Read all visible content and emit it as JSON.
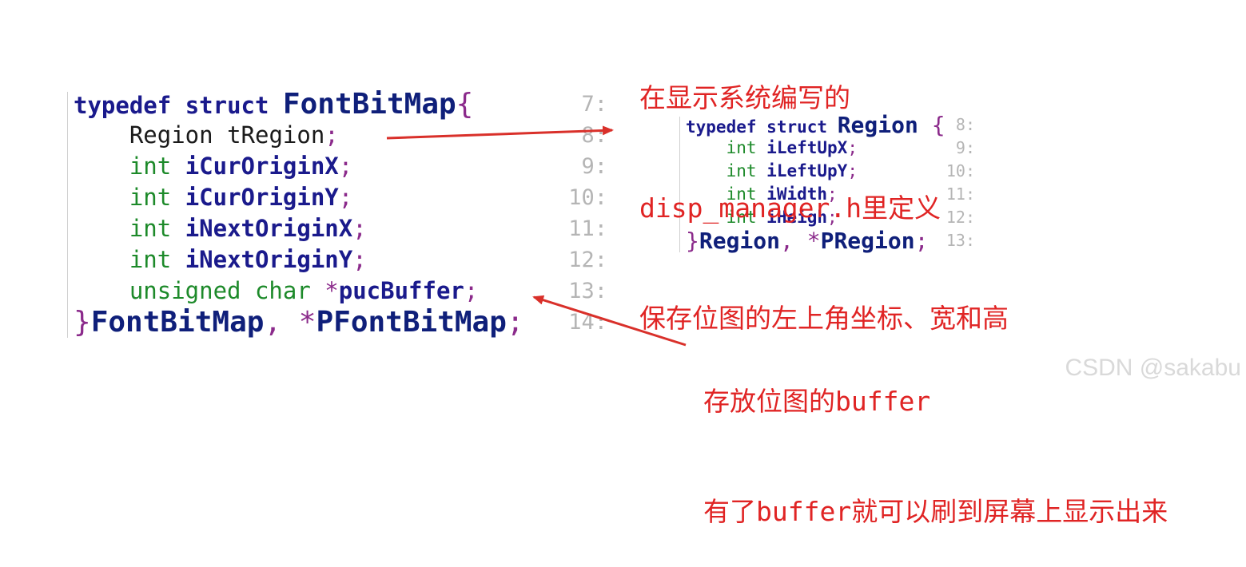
{
  "left_code": {
    "lines": [
      {
        "num": "7:",
        "parts": [
          {
            "text": "typedef",
            "cls": "kw"
          },
          {
            "text": " ",
            "cls": "tp"
          },
          {
            "text": "struct",
            "cls": "kw"
          },
          {
            "text": " ",
            "cls": "tp"
          },
          {
            "text": "FontBitMap",
            "cls": "nm big"
          },
          {
            "text": "{",
            "cls": "pn big"
          }
        ]
      },
      {
        "num": "8:",
        "parts": [
          {
            "text": "    Region",
            "cls": "tp"
          },
          {
            "text": " tRegion",
            "cls": "tp"
          },
          {
            "text": ";",
            "cls": "pn"
          }
        ]
      },
      {
        "num": "9:",
        "parts": [
          {
            "text": "    int",
            "cls": "ty"
          },
          {
            "text": " ",
            "cls": "tp"
          },
          {
            "text": "iCurOriginX",
            "cls": "var"
          },
          {
            "text": ";",
            "cls": "pn"
          }
        ]
      },
      {
        "num": "10:",
        "parts": [
          {
            "text": "    int",
            "cls": "ty"
          },
          {
            "text": " ",
            "cls": "tp"
          },
          {
            "text": "iCurOriginY",
            "cls": "var"
          },
          {
            "text": ";",
            "cls": "pn"
          }
        ]
      },
      {
        "num": "11:",
        "parts": [
          {
            "text": "    int",
            "cls": "ty"
          },
          {
            "text": " ",
            "cls": "tp"
          },
          {
            "text": "iNextOriginX",
            "cls": "var"
          },
          {
            "text": ";",
            "cls": "pn"
          }
        ]
      },
      {
        "num": "12:",
        "parts": [
          {
            "text": "    int",
            "cls": "ty"
          },
          {
            "text": " ",
            "cls": "tp"
          },
          {
            "text": "iNextOriginY",
            "cls": "var"
          },
          {
            "text": ";",
            "cls": "pn"
          }
        ]
      },
      {
        "num": "13:",
        "parts": [
          {
            "text": "    unsigned char",
            "cls": "ty"
          },
          {
            "text": " ",
            "cls": "tp"
          },
          {
            "text": "*",
            "cls": "op"
          },
          {
            "text": "pucBuffer",
            "cls": "var"
          },
          {
            "text": ";",
            "cls": "pn"
          }
        ]
      },
      {
        "num": "14:",
        "parts": [
          {
            "text": "}",
            "cls": "pn big"
          },
          {
            "text": "FontBitMap",
            "cls": "nm big"
          },
          {
            "text": ", ",
            "cls": "pn big"
          },
          {
            "text": "*",
            "cls": "op big"
          },
          {
            "text": "PFontBitMap",
            "cls": "nm big"
          },
          {
            "text": ";",
            "cls": "pn big"
          }
        ]
      }
    ]
  },
  "right_code": {
    "lines": [
      {
        "num": "8:",
        "parts": [
          {
            "text": "typedef",
            "cls": "kw"
          },
          {
            "text": " ",
            "cls": "tp"
          },
          {
            "text": "struct",
            "cls": "kw"
          },
          {
            "text": " ",
            "cls": "tp"
          },
          {
            "text": "Region",
            "cls": "nm big"
          },
          {
            "text": " {",
            "cls": "pn big"
          }
        ]
      },
      {
        "num": "9:",
        "parts": [
          {
            "text": "    int",
            "cls": "ty"
          },
          {
            "text": " ",
            "cls": "tp"
          },
          {
            "text": "iLeftUpX",
            "cls": "var"
          },
          {
            "text": ";",
            "cls": "pn"
          }
        ]
      },
      {
        "num": "10:",
        "parts": [
          {
            "text": "    int",
            "cls": "ty"
          },
          {
            "text": " ",
            "cls": "tp"
          },
          {
            "text": "iLeftUpY",
            "cls": "var"
          },
          {
            "text": ";",
            "cls": "pn"
          }
        ]
      },
      {
        "num": "11:",
        "parts": [
          {
            "text": "    int",
            "cls": "ty"
          },
          {
            "text": " ",
            "cls": "tp"
          },
          {
            "text": "iWidth",
            "cls": "var"
          },
          {
            "text": ";",
            "cls": "pn"
          }
        ]
      },
      {
        "num": "12:",
        "parts": [
          {
            "text": "    int",
            "cls": "ty"
          },
          {
            "text": " ",
            "cls": "tp"
          },
          {
            "text": "iHeigh",
            "cls": "var"
          },
          {
            "text": ";",
            "cls": "pn"
          }
        ]
      },
      {
        "num": "13:",
        "parts": [
          {
            "text": "}",
            "cls": "pn big"
          },
          {
            "text": "Region",
            "cls": "nm big"
          },
          {
            "text": ", ",
            "cls": "pn big"
          },
          {
            "text": "*",
            "cls": "op big"
          },
          {
            "text": "PRegion",
            "cls": "nm big"
          },
          {
            "text": ";",
            "cls": "pn big"
          }
        ]
      }
    ]
  },
  "notes": {
    "top_line1": "在显示系统编写的",
    "top_line2_code": "disp_manager.h",
    "top_line2_rest": "里定义",
    "top_line3": "保存位图的左上角坐标、宽和高",
    "bottom_line1_rest": "存放位图的",
    "bottom_line1_code": "buffer",
    "bottom_line2_pre": "有了",
    "bottom_line2_code": "buffer",
    "bottom_line2_rest": "就可以刷到屏幕上显示出来"
  },
  "watermark": "CSDN @sakabu",
  "colors": {
    "annotation": "#e02424",
    "keyword": "#1a1a8c",
    "type": "#1d8a2a",
    "line_number": "#b5b5b5"
  }
}
